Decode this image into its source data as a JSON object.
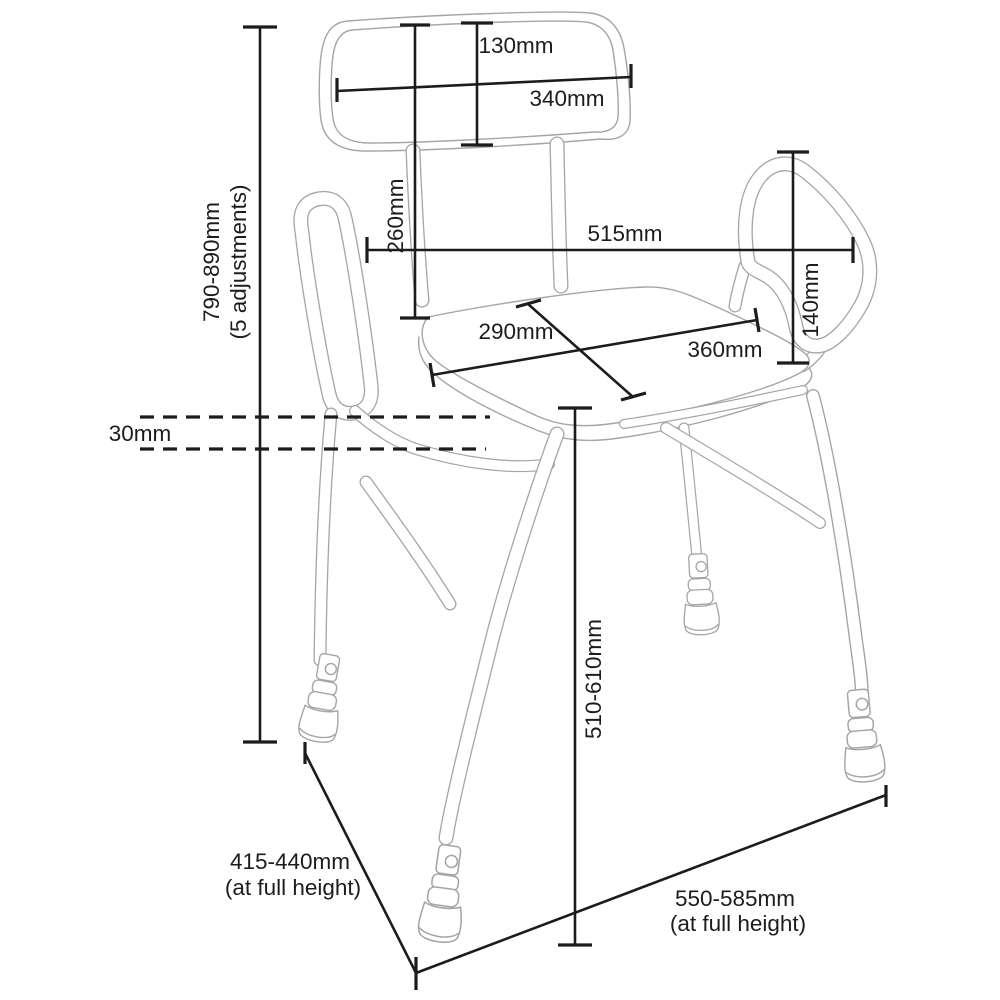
{
  "diagram": {
    "colors": {
      "line_art": "#a5a5a5",
      "dimension": "#1c1c1c",
      "background": "#ffffff"
    },
    "dimensions": {
      "backrest_height": "130mm",
      "backrest_width": "340mm",
      "overall_height": "790-890mm",
      "overall_height_note": "(5 adjustments)",
      "backrest_to_seat": "260mm",
      "armrest_overall_width": "515mm",
      "armrest_height_above_seat": "140mm",
      "seat_depth": "290mm",
      "seat_width": "360mm",
      "seat_thickness": "30mm",
      "seat_height": "510-610mm",
      "base_depth": "415-440mm",
      "base_depth_note": "(at full height)",
      "base_width": "550-585mm",
      "base_width_note": "(at full height)"
    }
  }
}
